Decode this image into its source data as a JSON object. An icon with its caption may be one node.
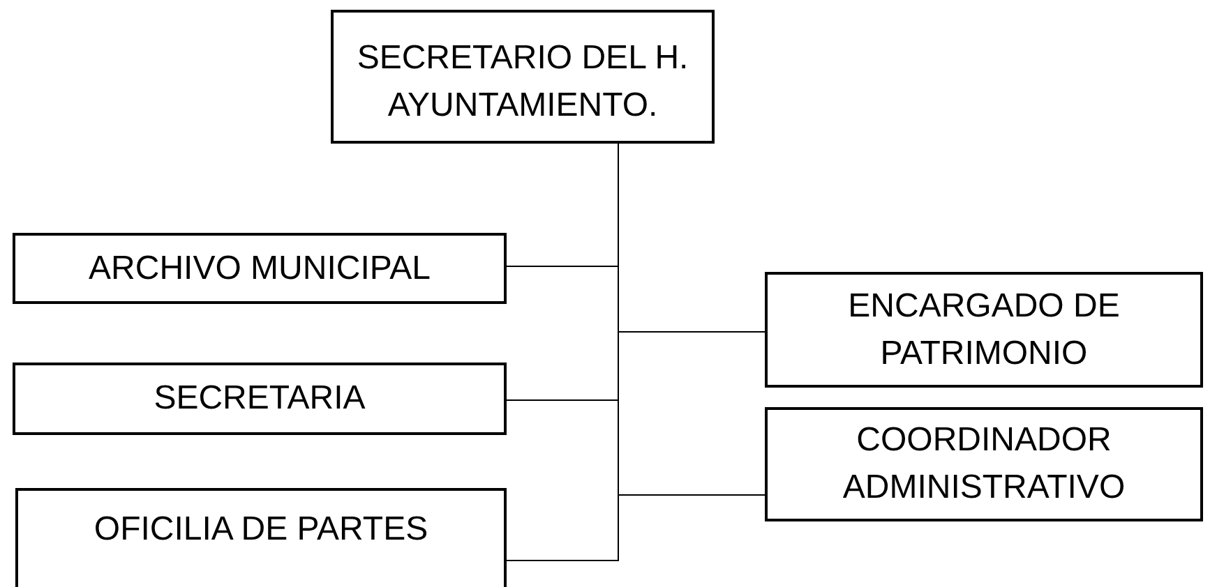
{
  "diagram": {
    "nodes": [
      {
        "text": [
          "SECRETARIO DEL H. AYUNTAMIENTO."
        ]
      },
      {
        "text": [
          "ARCHIVO MUNICIPAL"
        ]
      },
      {
        "text": [
          "ENCARGADO DE PATRIMONIO"
        ]
      },
      {
        "text": [
          "SECRETARIA"
        ]
      },
      {
        "text": [
          "COORDINADOR ADMINISTRATIVO"
        ]
      },
      {
        "text": [
          "OFICILIA DE PARTES"
        ]
      }
    ],
    "edges": [
      {
        "from": 0,
        "to": 1,
        "arrow": "none"
      },
      {
        "from": 0,
        "to": 2,
        "arrow": "none"
      },
      {
        "from": 0,
        "to": 3,
        "arrow": "none"
      },
      {
        "from": 0,
        "to": 4,
        "arrow": "none"
      },
      {
        "from": 0,
        "to": 5,
        "arrow": "none"
      }
    ]
  }
}
